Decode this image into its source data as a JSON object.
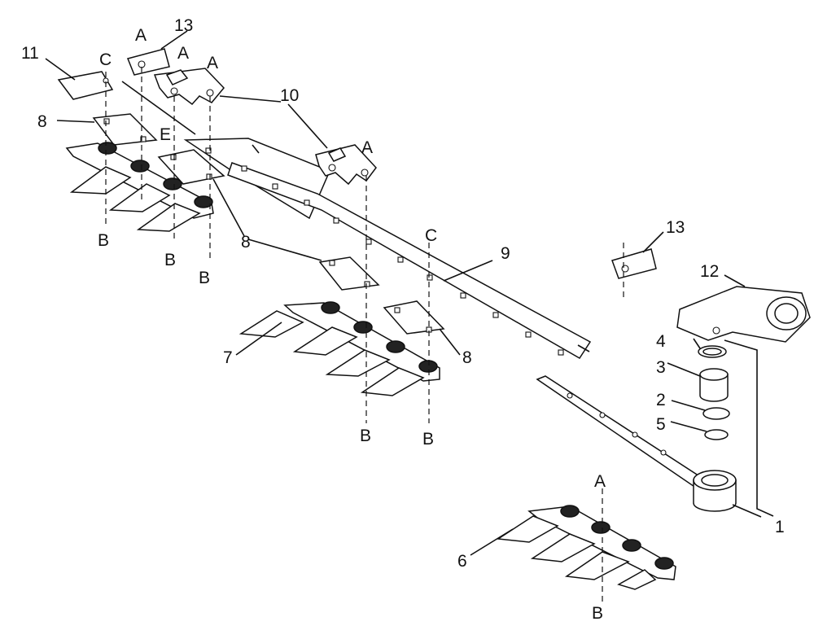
{
  "diagram": {
    "callouts": {
      "c1": "1",
      "c2": "2",
      "c3": "3",
      "c4": "4",
      "c5": "5",
      "c6": "6",
      "c7": "7",
      "c8a": "8",
      "c8b": "8",
      "c8c": "8",
      "c9": "9",
      "c10": "10",
      "c11": "11",
      "c12": "12",
      "c13a": "13",
      "c13b": "13"
    },
    "refs": {
      "a1": "A",
      "a2": "A",
      "a3": "A",
      "a4": "A",
      "a5": "A",
      "b1": "B",
      "b2": "B",
      "b3": "B",
      "b4": "B",
      "b5": "B",
      "b6": "B",
      "c1": "C",
      "c2": "C",
      "e1": "E"
    }
  }
}
